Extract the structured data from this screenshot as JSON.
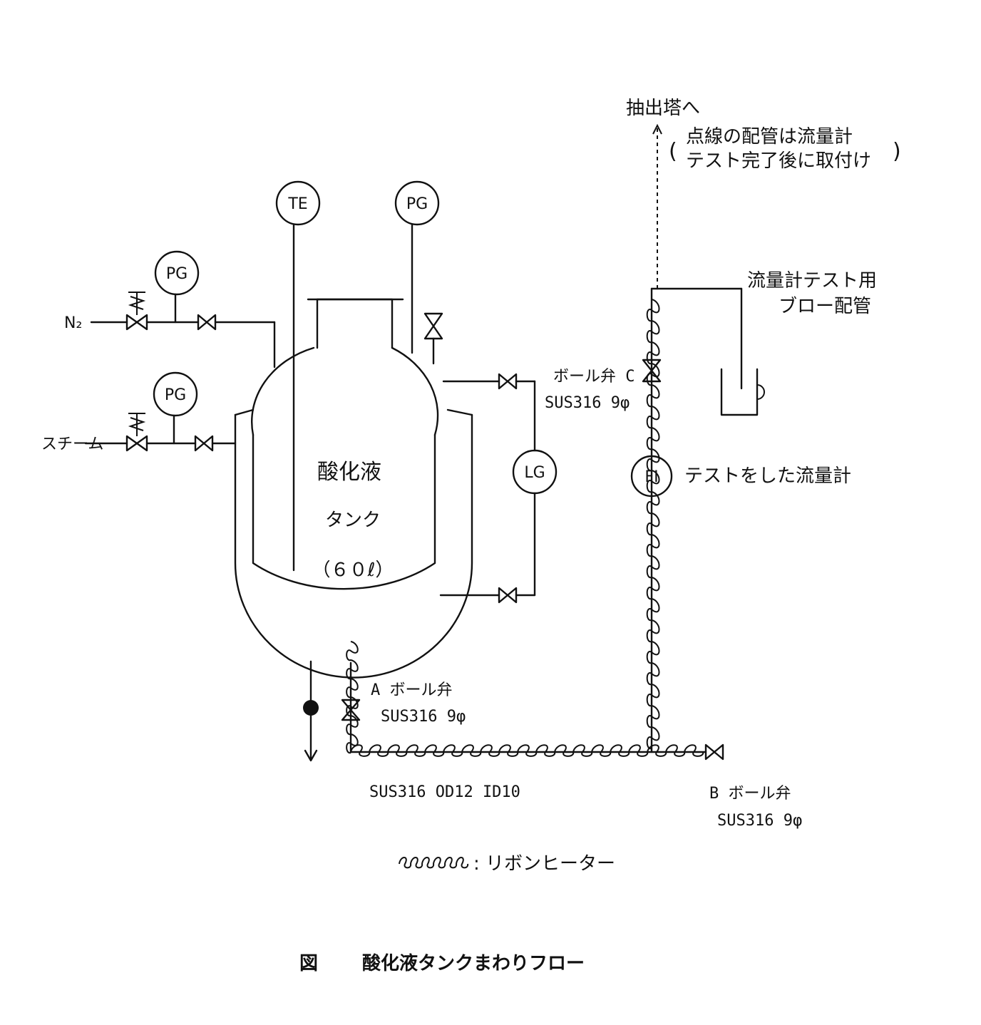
{
  "instruments": {
    "te": "TE",
    "pg_top": "PG",
    "pg_n2": "PG",
    "pg_steam": "PG",
    "lg": "LG",
    "fi": "FI"
  },
  "inlets": {
    "n2": "N₂",
    "steam": "スチーム"
  },
  "tank": {
    "line1": "酸化液",
    "line2": "タンク",
    "line3": "（６０ℓ）"
  },
  "valve_a": {
    "label": "A ボール弁",
    "spec": "SUS316 9φ"
  },
  "valve_b": {
    "label": "B ボール弁",
    "spec": "SUS316 9φ"
  },
  "valve_c": {
    "label": "ボール弁 C",
    "spec": "SUS316 9φ"
  },
  "pipe_spec": "SUS316 OD12 ID10",
  "to_extractor": "抽出塔へ",
  "note": {
    "line1": "点線の配管は流量計",
    "line2": "テスト完了後に取付け"
  },
  "blow": {
    "line1": "流量計テスト用",
    "line2": "ブロー配管"
  },
  "flowmeter_label": "テストをした流量計",
  "legend_label": ": リボンヒーター",
  "caption": {
    "fig": "図",
    "title": "酸化液タンクまわりフロー"
  }
}
